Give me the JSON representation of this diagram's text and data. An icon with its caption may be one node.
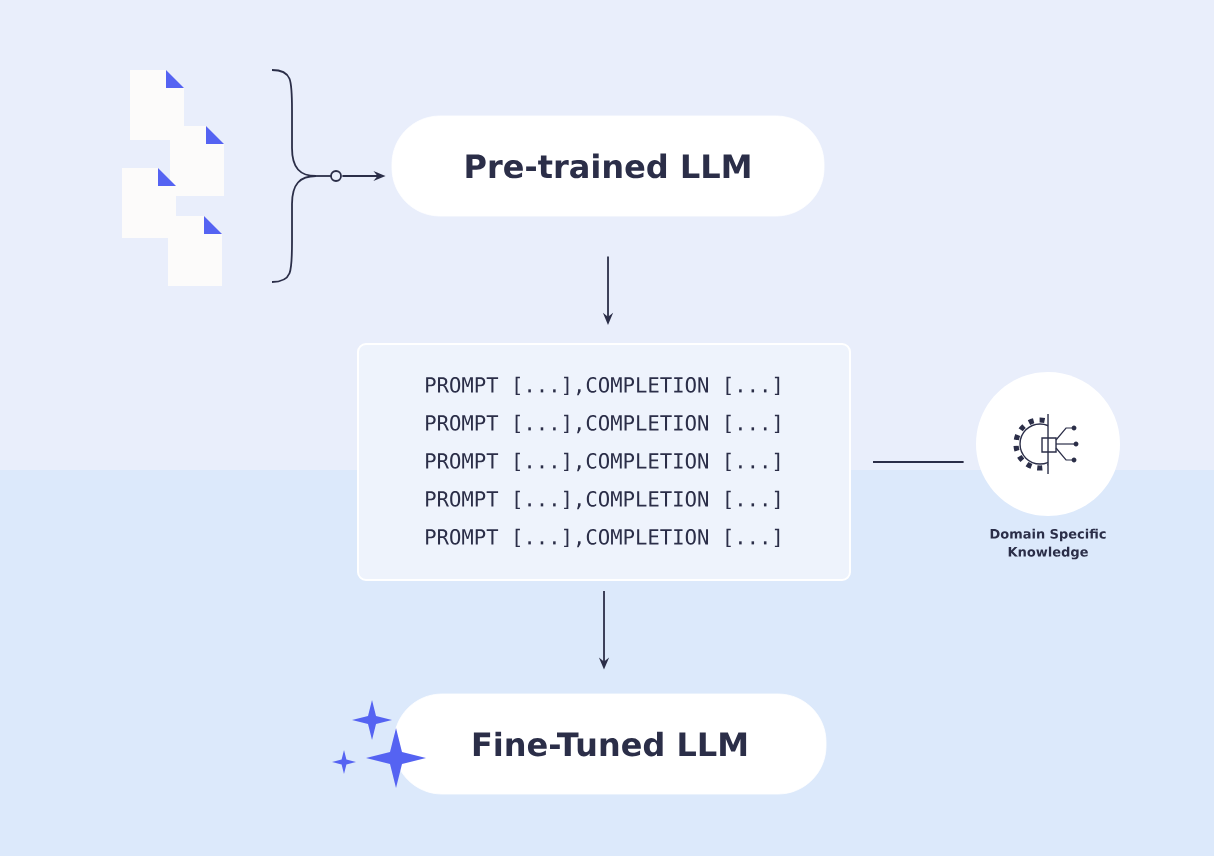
{
  "diagram": {
    "nodes": [
      {
        "text": [],
        "shape": "picture"
      },
      {
        "text": [
          "Pre-trained LLM"
        ]
      },
      {
        "text": [
          "PROMPT [...],COMPLETION [...]",
          "PROMPT [...],COMPLETION [...]",
          "PROMPT [...],COMPLETION [...]",
          "PROMPT [...],COMPLETION [...]",
          "PROMPT [...],COMPLETION [...]"
        ]
      },
      {
        "text": [
          "Domain Specific Knowledge"
        ]
      },
      {
        "text": [
          "Fine-Tuned LLM"
        ]
      }
    ],
    "edges": [
      {
        "from": 0,
        "to": 1,
        "arrow": "to"
      },
      {
        "from": 1,
        "to": 2,
        "arrow": "to"
      },
      {
        "from": 2,
        "to": 3,
        "arrow": "none"
      },
      {
        "from": 2,
        "to": 4,
        "arrow": "to"
      }
    ]
  }
}
